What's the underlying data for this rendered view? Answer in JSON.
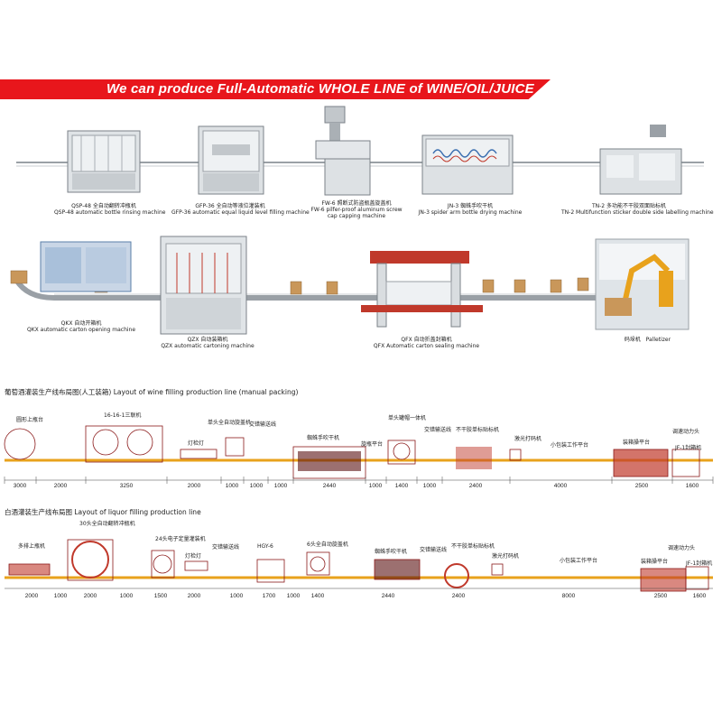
{
  "banner": {
    "title": "We can produce Full-Automatic WHOLE LINE of  WINE/OIL/JUICE"
  },
  "machines_row1": [
    {
      "cn": "QSP-48 全自动翻转冲瓶机",
      "en": "QSP-48 automatic bottle rinsing machine"
    },
    {
      "cn": "GFP-36 全自动等液位灌装机",
      "en": "GFP-36 automatic equal liquid level filling machine"
    },
    {
      "cn": "FW-6 照断式防盗瓶盖旋盖机",
      "en": "FW-6 pilfer-proof aluminum screw",
      "en2": "cap capping machine"
    },
    {
      "cn": "JN-3 蜘蛛手吹干机",
      "en": "JN-3 spider arm bottle drying machine"
    },
    {
      "cn": "TN-2 多功能不干胶双面贴标机",
      "en": "TN-2 Multifunction sticker double side labelling machine"
    }
  ],
  "machines_row2": [
    {
      "cn": "QKX 自动开箱机",
      "en": "QKX automatic carton opening machine"
    },
    {
      "cn": "QZX 自动装箱机",
      "en": "QZX automatic cartoning machine"
    },
    {
      "cn": "QFX 自动折盖封箱机",
      "en": "QFX Automatic carton sealing machine"
    },
    {
      "cn": "码垛机",
      "en": "Palletizer"
    }
  ],
  "layout1": {
    "title": "葡萄酒灌装生产线布局图(人工装箱)  Layout of wine filling production line (manual packing)",
    "labels": [
      "圆形上瓶台",
      "16-16-1三联机",
      "单头全自动旋盖机",
      "灯检灯",
      "交错输送线",
      "蜘蛛手吹干机",
      "旋瓶平台",
      "单头罐帽一体机",
      "交错输送线",
      "不干胶单标贴标机",
      "激光打码机",
      "小包装工作平台",
      "装箱操平台",
      "调速动力头",
      "JF-1封箱机"
    ],
    "dims": [
      "3000",
      "2000",
      "3250",
      "2000",
      "1000",
      "1000",
      "1000",
      "2440",
      "1000",
      "1400",
      "1000",
      "2400",
      "4000",
      "2500",
      "1600"
    ]
  },
  "layout2": {
    "title": "白酒灌装生产线布局图 Layout of liquor filling production line",
    "labels": [
      "多排上瓶机",
      "30头全自动翻转冲瓶机",
      "24头电子定量灌装机",
      "灯检灯",
      "交错输送线",
      "HGY-6",
      "6头全自动旋盖机",
      "蜘蛛手吹干机",
      "交错输送线",
      "不干胶单标贴标机",
      "激光打码机",
      "小包装工作平台",
      "装箱操平台",
      "调速动力头",
      "JF-1封箱机"
    ],
    "dims": [
      "2000",
      "1000",
      "2000",
      "1000",
      "1500",
      "2000",
      "1000",
      "1700",
      "1000",
      "1400",
      "2440",
      "2400",
      "8000",
      "2500",
      "1600"
    ]
  }
}
